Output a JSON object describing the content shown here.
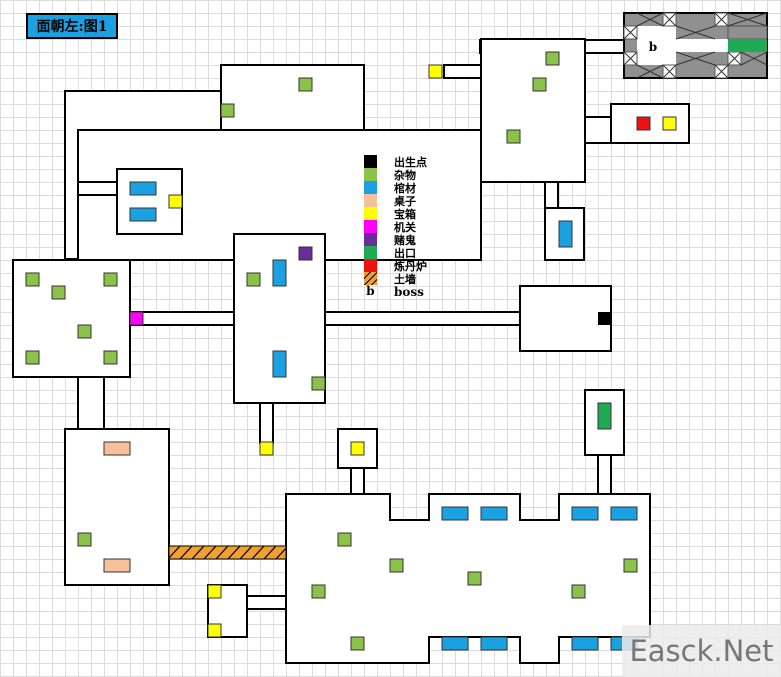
{
  "title": "面朝左:图1",
  "colors": {
    "wall": "#000000",
    "item": "#8bc34a",
    "coffin": "#1ba1e2",
    "table": "#f5c09a",
    "chest": "#ffff00",
    "switch": "#ff00ff",
    "ghost": "#6a2d9a",
    "exit": "#1faa55",
    "furnace": "#ee1111",
    "earthwall": "#f0a030",
    "spawn": "#000000"
  },
  "legend": [
    {
      "icon": "spawn",
      "label": "出生点"
    },
    {
      "icon": "item",
      "label": "杂物"
    },
    {
      "icon": "coffin",
      "label": "棺材"
    },
    {
      "icon": "table",
      "label": "桌子"
    },
    {
      "icon": "chest",
      "label": "宝箱"
    },
    {
      "icon": "switch",
      "label": "机关"
    },
    {
      "icon": "ghost",
      "label": "赌鬼"
    },
    {
      "icon": "exit",
      "label": "出口"
    },
    {
      "icon": "furnace",
      "label": "炼丹炉"
    },
    {
      "icon": "earthwall",
      "label": "土墙"
    },
    {
      "icon": "boss",
      "symbol": "b",
      "label": "boss"
    }
  ],
  "boss_markers": [
    "b"
  ],
  "watermark": "Easck.Net"
}
